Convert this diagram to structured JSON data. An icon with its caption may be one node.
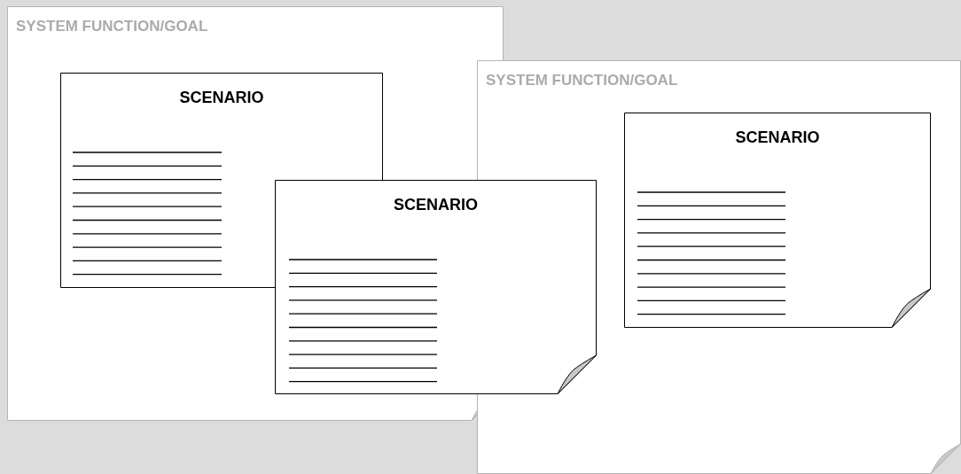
{
  "diagram": {
    "nodes": [
      {
        "text": [
          "SYSTEM FUNCTION/GOAL"
        ]
      },
      {
        "text": [
          "SCENARIO"
        ],
        "in": 0
      },
      {
        "text": [
          "SCENARIO"
        ]
      },
      {
        "text": [
          "SYSTEM FUNCTION/GOAL"
        ]
      },
      {
        "text": [
          "SCENARIO"
        ],
        "in": 3
      }
    ]
  }
}
